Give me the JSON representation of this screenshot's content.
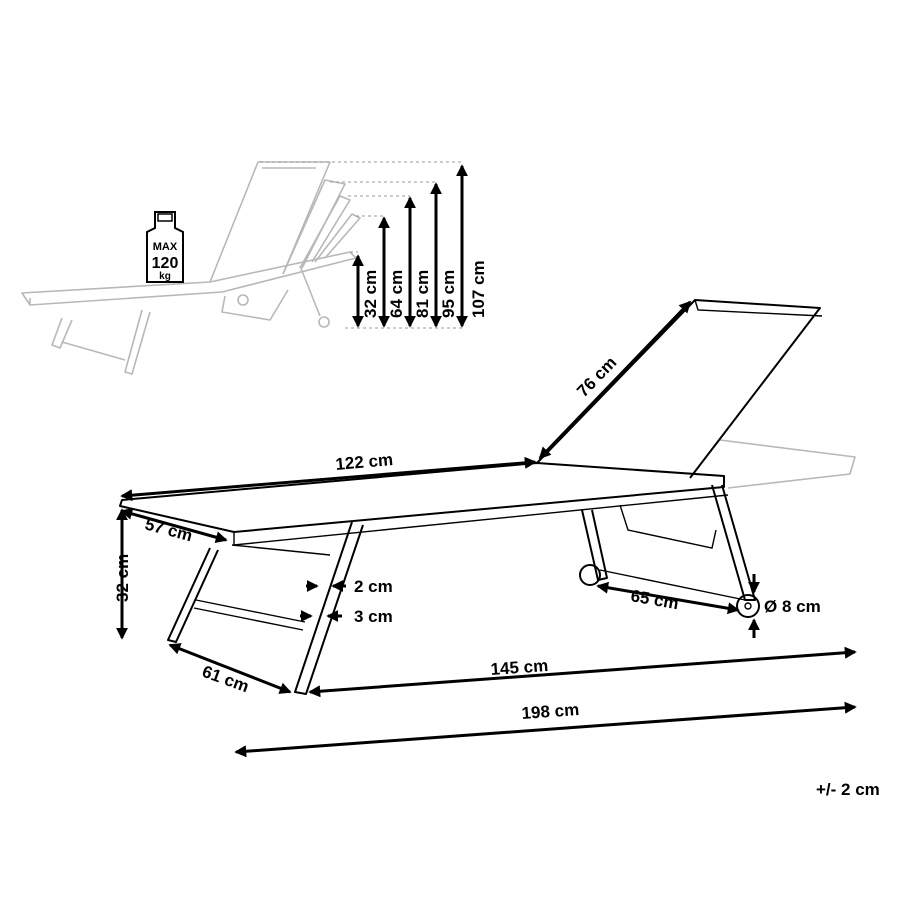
{
  "diagram": {
    "weight_badge": {
      "max_label": "MAX",
      "value": "120",
      "unit": "kg"
    },
    "backrest_heights": [
      "32 cm",
      "64 cm",
      "81 cm",
      "95 cm",
      "107 cm"
    ],
    "dimensions": {
      "backrest_length": "76 cm",
      "seat_length": "122 cm",
      "width": "57 cm",
      "height": "32 cm",
      "frame_small": "2 cm",
      "frame_large": "3 cm",
      "leg_depth": "61 cm",
      "base_length": "145 cm",
      "wheel_span": "65 cm",
      "wheel_diameter": "Ø 8 cm",
      "total_length": "198 cm"
    },
    "tolerance": "+/- 2 cm"
  }
}
